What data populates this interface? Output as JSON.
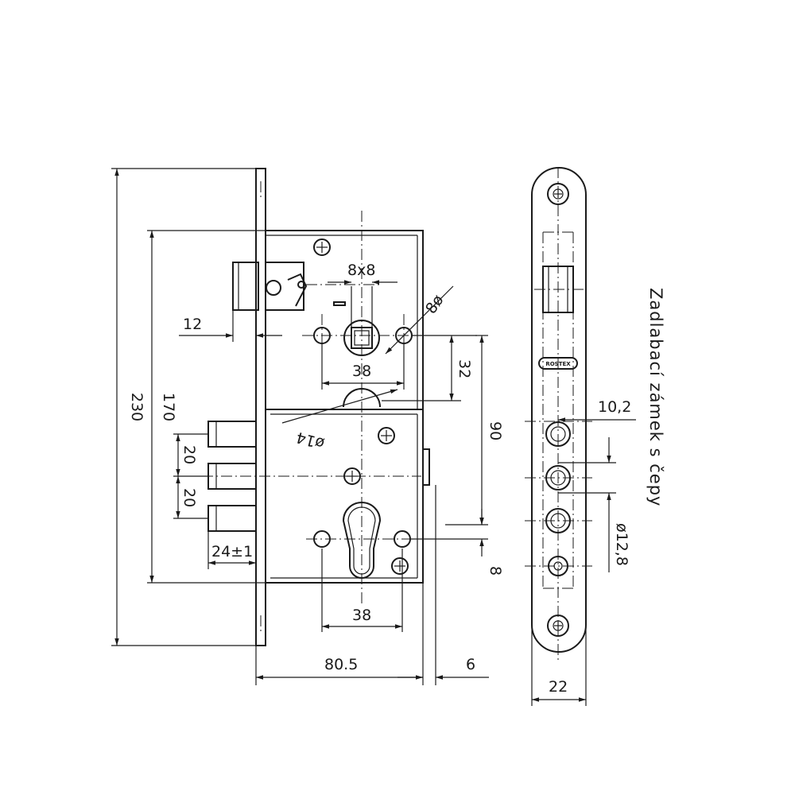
{
  "title": "Zadlabací  zámek  s  čepy",
  "brand": "ROSTEX",
  "dimensions": {
    "height_total": "230",
    "height_body": "170",
    "latch_offset": "12",
    "square_spindle": "8x8",
    "hole_dia_small": "8ø",
    "spindle_hole_spacing": "38",
    "spindle_to_hole": "32",
    "pin_hole_dia": "ø14",
    "bolt_spacing_1": "20",
    "bolt_spacing_2": "20",
    "bolt_throw": "24±1",
    "center_distance": "90",
    "cylinder_hole_spacing": "38",
    "cylinder_offset": "8",
    "backset": "80.5",
    "faceplate_thickness": "6",
    "bolt_spacing_face": "10,2",
    "bolt_dia": "ø12,8",
    "faceplate_width": "22"
  }
}
